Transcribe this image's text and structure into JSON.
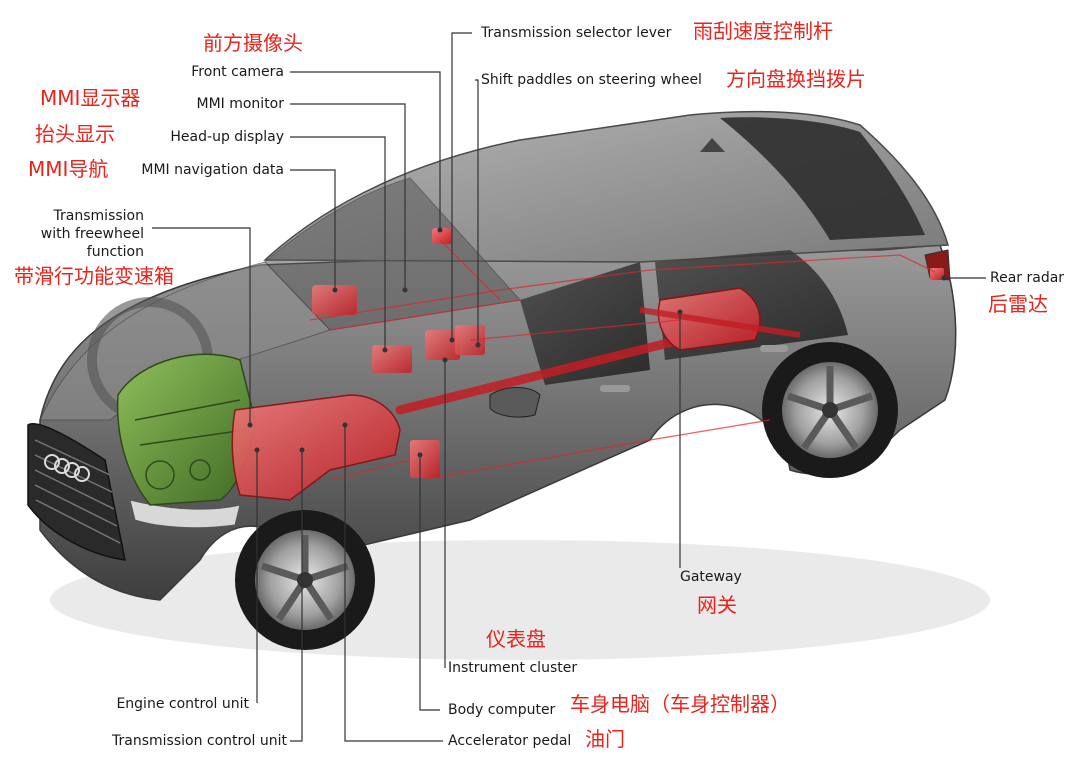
{
  "colors": {
    "zh_label": "#e8241c",
    "leader": "#333333",
    "component": "#e0242a",
    "engine": "#5d8a3a",
    "car_body": "#6a6a6a"
  },
  "labels": {
    "front_camera": {
      "en": "Front camera",
      "zh": "前方摄像头"
    },
    "mmi_monitor": {
      "en": "MMI monitor",
      "zh": "MMI显示器"
    },
    "head_up_display": {
      "en": "Head-up display",
      "zh": "抬头显示"
    },
    "mmi_navigation": {
      "en": "MMI navigation data",
      "zh": "MMI导航"
    },
    "transmission_freewheel": {
      "en_line1": "Transmission",
      "en_line2": "with freewheel",
      "en_line3": "function",
      "zh": "带滑行功能变速箱"
    },
    "transmission_selector": {
      "en": "Transmission selector lever",
      "zh": "雨刮速度控制杆"
    },
    "shift_paddles": {
      "en": "Shift paddles on steering wheel",
      "zh": "方向盘换挡拨片"
    },
    "rear_radar": {
      "en": "Rear radar",
      "zh": "后雷达"
    },
    "gateway": {
      "en": "Gateway",
      "zh": "网关"
    },
    "instrument_cluster": {
      "en": "Instrument cluster",
      "zh": "仪表盘"
    },
    "engine_control_unit": {
      "en": "Engine control unit"
    },
    "body_computer": {
      "en": "Body computer",
      "zh": "车身电脑（车身控制器）"
    },
    "transmission_control_unit": {
      "en": "Transmission control unit"
    },
    "accelerator_pedal": {
      "en": "Accelerator pedal",
      "zh": "油门"
    }
  }
}
